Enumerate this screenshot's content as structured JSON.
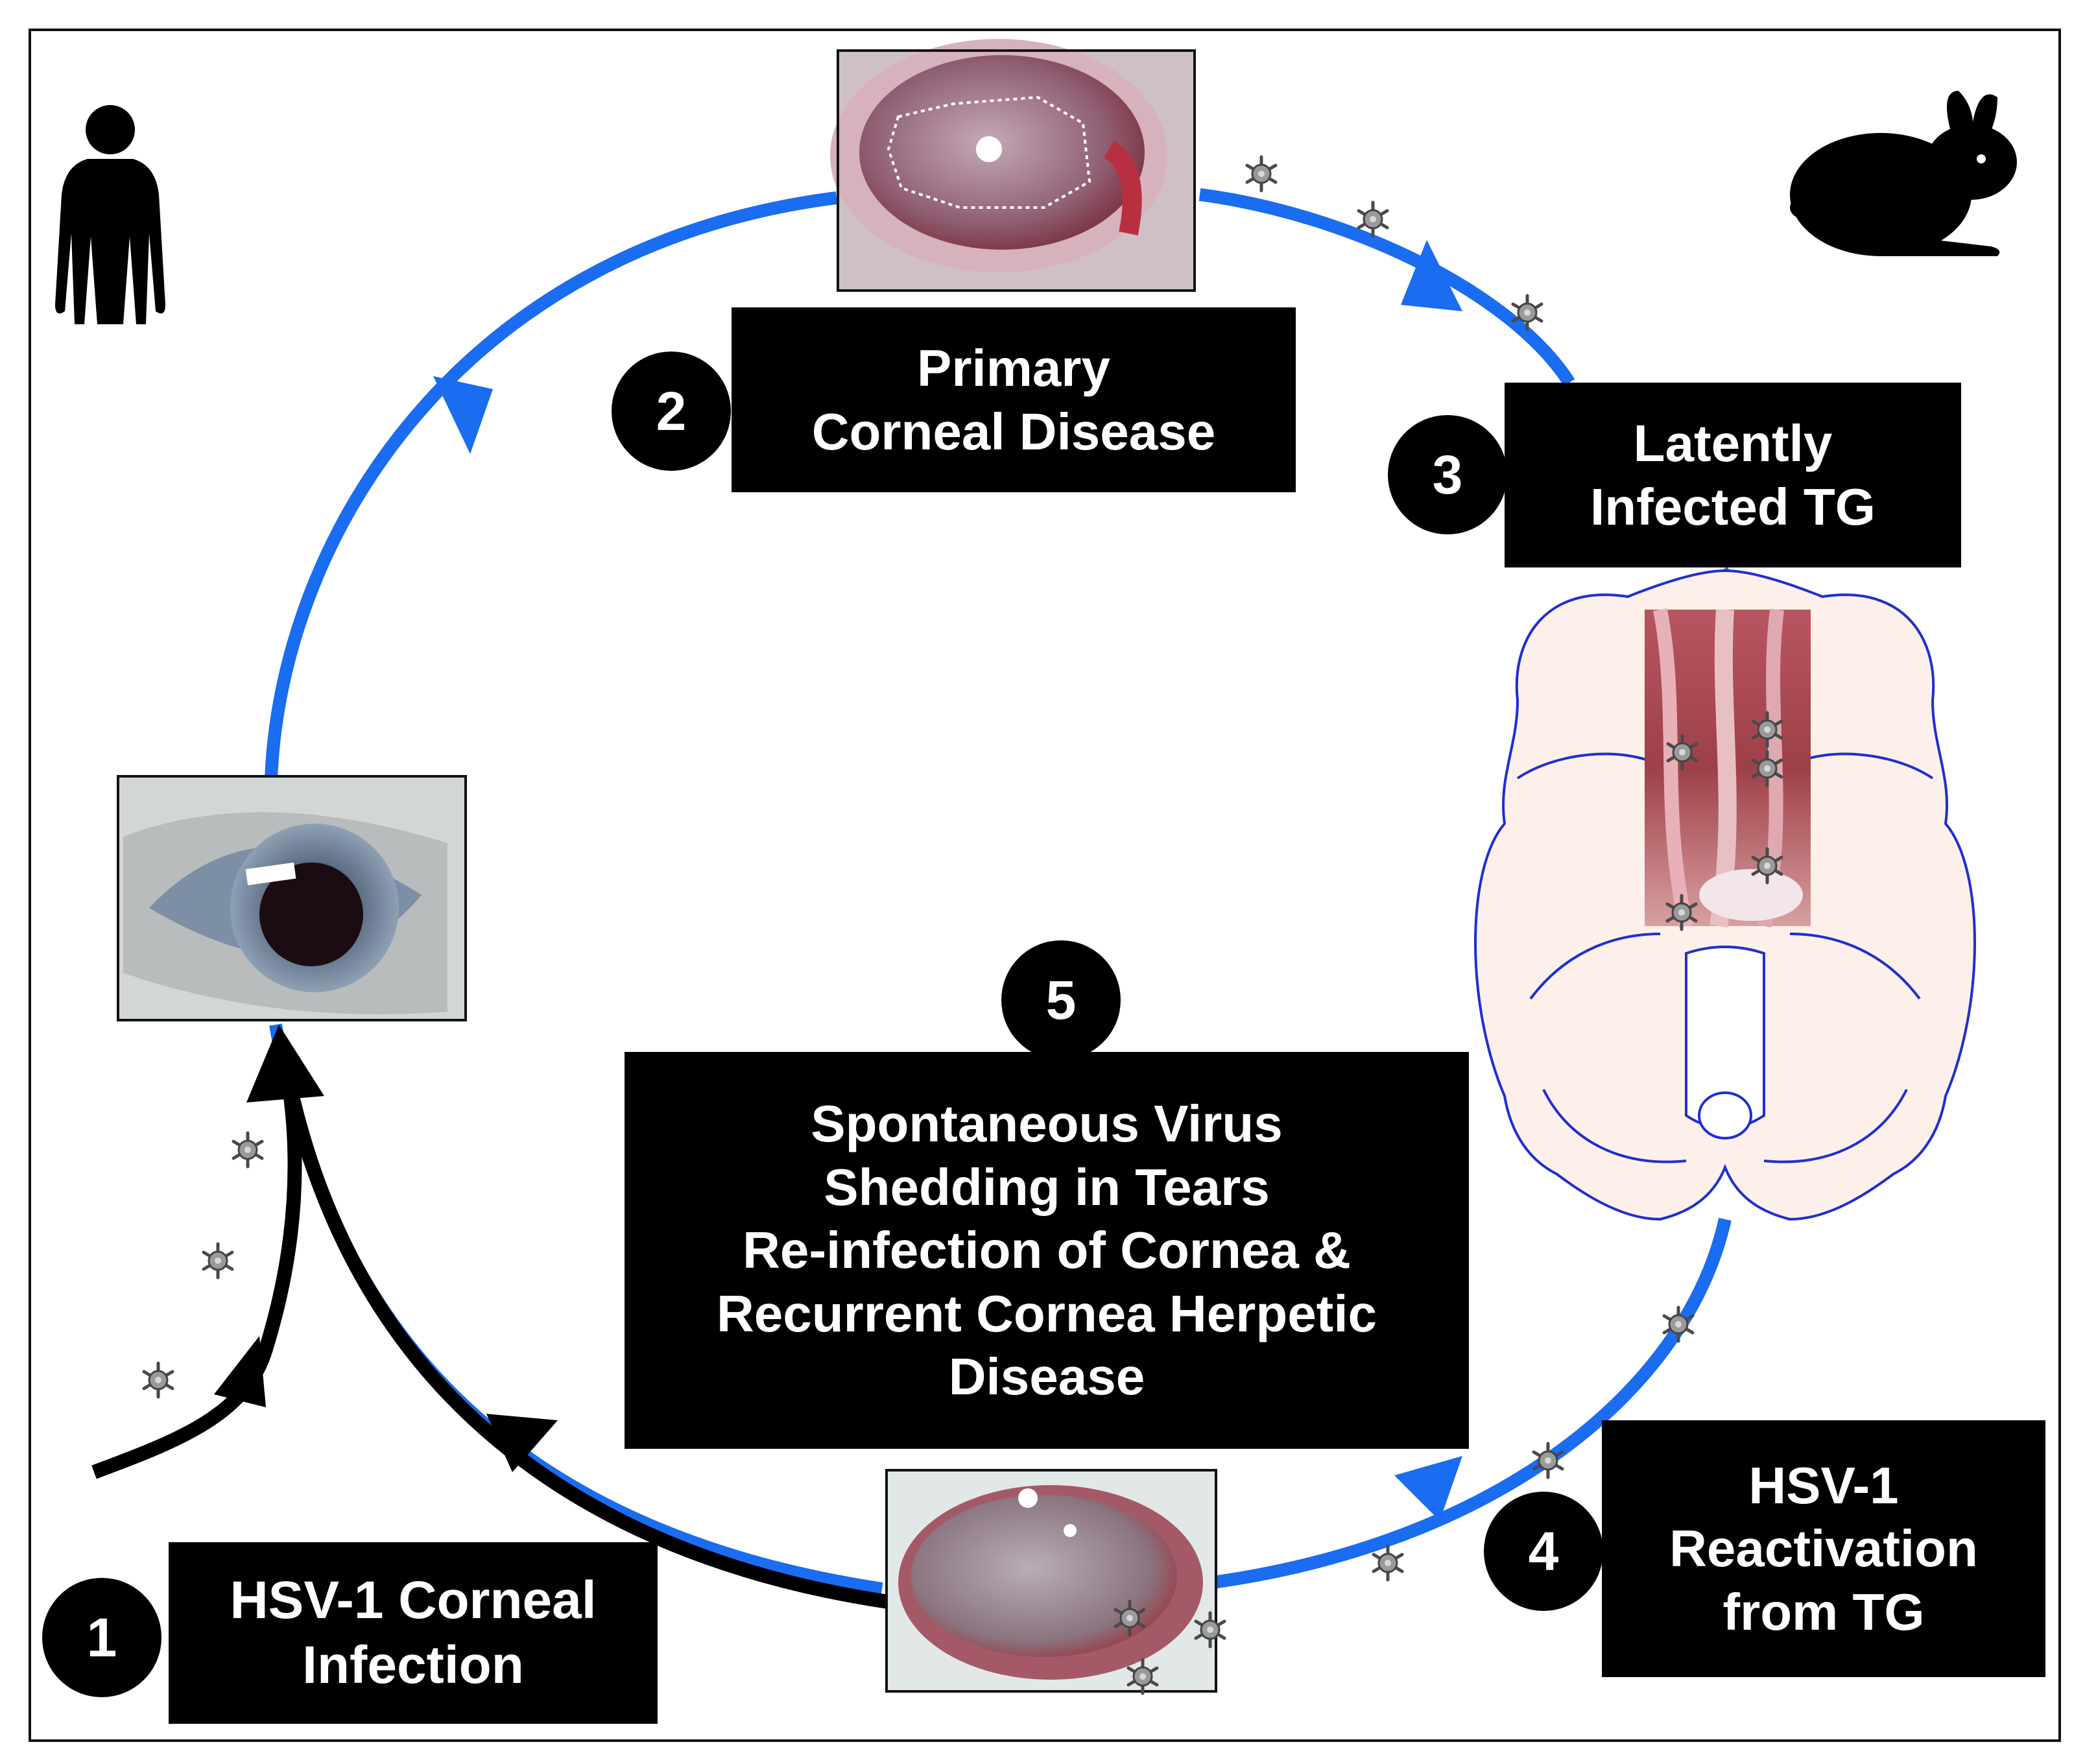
{
  "steps": [
    {
      "number": "1",
      "lines": [
        "HSV-1 Corneal",
        "Infection"
      ]
    },
    {
      "number": "2",
      "lines": [
        "Primary",
        "Corneal Disease"
      ]
    },
    {
      "number": "3",
      "lines": [
        "Latently",
        "Infected TG"
      ]
    },
    {
      "number": "4",
      "lines": [
        "HSV-1",
        "Reactivation",
        "from TG"
      ]
    },
    {
      "number": "5",
      "lines": [
        "Spontaneous Virus",
        "Shedding in Tears",
        "Re-infection of Cornea &",
        "Recurrent Cornea Herpetic",
        "Disease"
      ]
    }
  ],
  "icons": [
    "human-silhouette-icon",
    "rabbit-silhouette-icon",
    "virus-particle-icon"
  ],
  "images": [
    "healthy-eye-photo",
    "primary-corneal-disease-photo",
    "trigeminal-ganglia-photo",
    "recurrent-disease-eye-photo",
    "brain-outline-drawing"
  ],
  "colors": {
    "cycle": "#1a6cf0",
    "infection_path": "#000000",
    "box": "#000000",
    "text": "#ffffff",
    "brain_fill": "#fdf0ea",
    "brain_outline": "#1f2fd0"
  }
}
